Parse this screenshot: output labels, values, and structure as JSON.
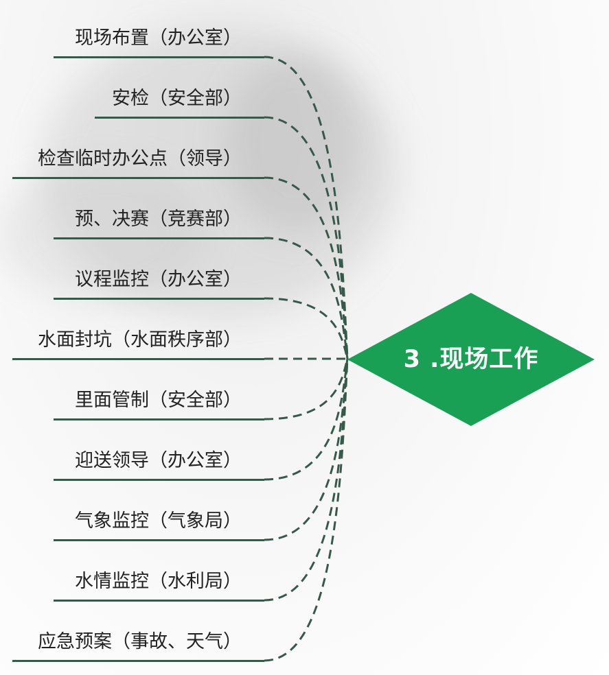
{
  "diagram": {
    "center": {
      "label": "3 .现场工作",
      "fill": "#1aa055"
    },
    "line_color": "#36594a",
    "items": [
      {
        "label": "现场布置（办公室）"
      },
      {
        "label": "安检（安全部）"
      },
      {
        "label": "检查临时办公点（领导）"
      },
      {
        "label": "预、决赛（竞赛部）"
      },
      {
        "label": "议程监控（办公室）"
      },
      {
        "label": "水面封坑（水面秩序部）"
      },
      {
        "label": "里面管制（安全部）"
      },
      {
        "label": "迎送领导（办公室）"
      },
      {
        "label": "气象监控（气象局）"
      },
      {
        "label": "水情监控（水利局）"
      },
      {
        "label": "应急预案（事故、天气）"
      }
    ]
  }
}
